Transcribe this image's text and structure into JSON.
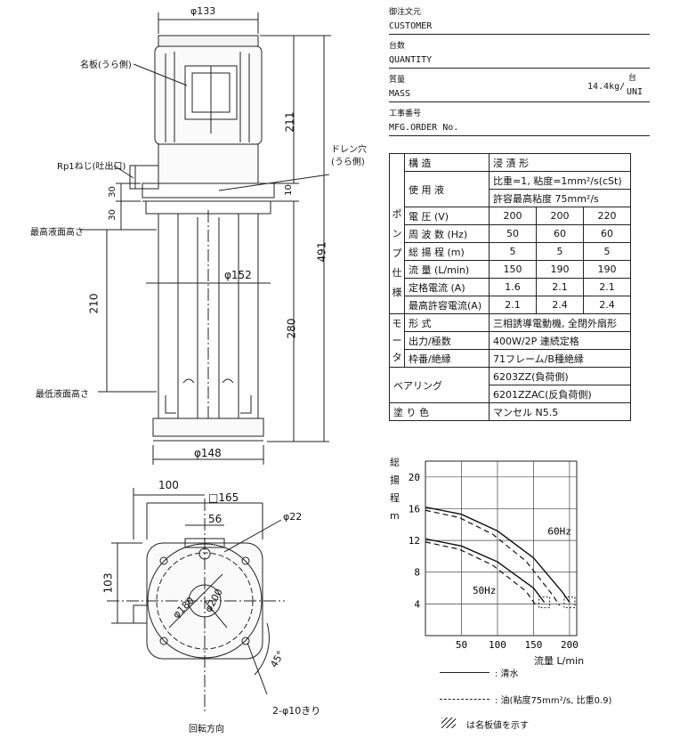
{
  "front_view": {
    "dim_top_width": "φ133",
    "label_nameplate": "名板(うら側)",
    "label_outlet": "Rp1ねじ(吐出口)",
    "label_drain": "ドレン穴\n(うら側)",
    "label_max_level": "最高液面高さ",
    "label_min_level": "最低液面高さ",
    "dim_211": "211",
    "dim_491": "491",
    "dim_280": "280",
    "dim_210": "210",
    "dim_10": "10",
    "dim_30a": "30",
    "dim_30b": "30",
    "dim_152": "φ152",
    "dim_148": "φ148"
  },
  "plan_view": {
    "dim_100": "100",
    "dim_165": "□165",
    "dim_56": "56",
    "dim_22": "φ22",
    "dim_103": "103",
    "dim_180": "φ180",
    "dim_200": "φ200",
    "dim_45": "45°",
    "dim_holes": "2-φ10きり",
    "label_rotation": "回転方向"
  },
  "order_info": {
    "customer_jp": "御注文元",
    "customer_en": "CUSTOMER",
    "quantity_jp": "台数",
    "quantity_en": "QUANTITY",
    "mass_jp": "質量",
    "mass_en": "MASS",
    "mass_value": "14.4kg/",
    "mass_unit_top": "台",
    "mass_unit_bottom": "UNI",
    "mfg_jp": "工事番号",
    "mfg_en": "MFG.ORDER No."
  },
  "spec_table": {
    "side_pump": [
      "ポ",
      "ン",
      "プ",
      "仕",
      "様"
    ],
    "side_motor": [
      "モ",
      "ー",
      "タ"
    ],
    "structure_label": "構 造",
    "structure_value": "浸 漬 形",
    "liquid_label": "使 用 液",
    "liquid_value1": "比重=1, 粘度=1mm²/s(cSt)",
    "liquid_value2": "許容最高粘度 75mm²/s",
    "rows": [
      {
        "label": "電 圧 (V)",
        "v": [
          "200",
          "200",
          "220"
        ]
      },
      {
        "label": "周 波 数 (Hz)",
        "v": [
          "50",
          "60",
          "60"
        ]
      },
      {
        "label": "総 揚 程 (m)",
        "v": [
          "5",
          "5",
          "5"
        ]
      },
      {
        "label": "流 量 (L/min)",
        "v": [
          "150",
          "190",
          "190"
        ]
      },
      {
        "label": "定格電流 (A)",
        "v": [
          "1.6",
          "2.1",
          "2.1"
        ]
      },
      {
        "label": "最高許容電流(A)",
        "v": [
          "2.1",
          "2.4",
          "2.4"
        ]
      }
    ],
    "motor_rows": [
      {
        "label": "形 式",
        "value": "三相誘導電動機, 全閉外扇形"
      },
      {
        "label": "出力/極数",
        "value": "400W/2P 連続定格"
      },
      {
        "label": "枠番/絶縁",
        "value": "71フレーム/B種絶縁"
      }
    ],
    "bearing_label": "ベアリング",
    "bearing_value1": "6203ZZ(負荷側)",
    "bearing_value2": "6201ZZAC(反負荷側)",
    "paint_label": "塗 り 色",
    "paint_value": "マンセル N5.5"
  },
  "chart_data": {
    "type": "line",
    "ylabel": "総揚程 m",
    "xlabel": "流量 L/min",
    "xlim": [
      0,
      210
    ],
    "ylim": [
      0,
      22
    ],
    "xticks": [
      "50",
      "100",
      "150",
      "200"
    ],
    "yticks": [
      "4",
      "8",
      "12",
      "16",
      "20"
    ],
    "series": [
      {
        "name": "60Hz",
        "x": [
          0,
          50,
          100,
          150,
          190,
          200
        ],
        "y": [
          16.2,
          15.3,
          13.2,
          9.8,
          5.5,
          4.2
        ]
      },
      {
        "name": "50Hz",
        "x": [
          0,
          50,
          100,
          150,
          165
        ],
        "y": [
          12.2,
          11.3,
          9.3,
          6.0,
          4.2
        ]
      }
    ],
    "legend": [
      {
        "style": "solid",
        "label": ": 清水"
      },
      {
        "style": "dashed",
        "label": ": 油(粘度75mm²/s, 比重0.9)"
      },
      {
        "style": "hatch",
        "label": "は名板値を示す"
      }
    ]
  }
}
